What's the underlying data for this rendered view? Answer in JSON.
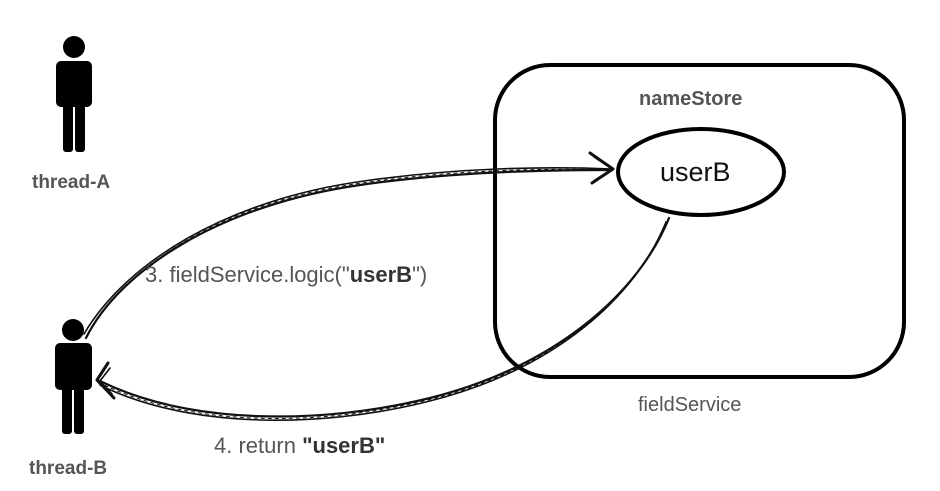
{
  "actors": {
    "thread_a": "thread-A",
    "thread_b": "thread-B"
  },
  "service": {
    "name": "fieldService",
    "store_name": "nameStore",
    "stored_value": "userB"
  },
  "messages": {
    "call": {
      "step": "3.",
      "prefix": "fieldService.logic(\"",
      "arg": "userB",
      "suffix": "\")"
    },
    "ret": {
      "step": "4.",
      "prefix": "return ",
      "value": "\"userB\""
    }
  },
  "colors": {
    "stroke": "#000000",
    "label": "#555555",
    "background": "#ffffff"
  },
  "icons": [
    "person-icon",
    "person-icon"
  ]
}
